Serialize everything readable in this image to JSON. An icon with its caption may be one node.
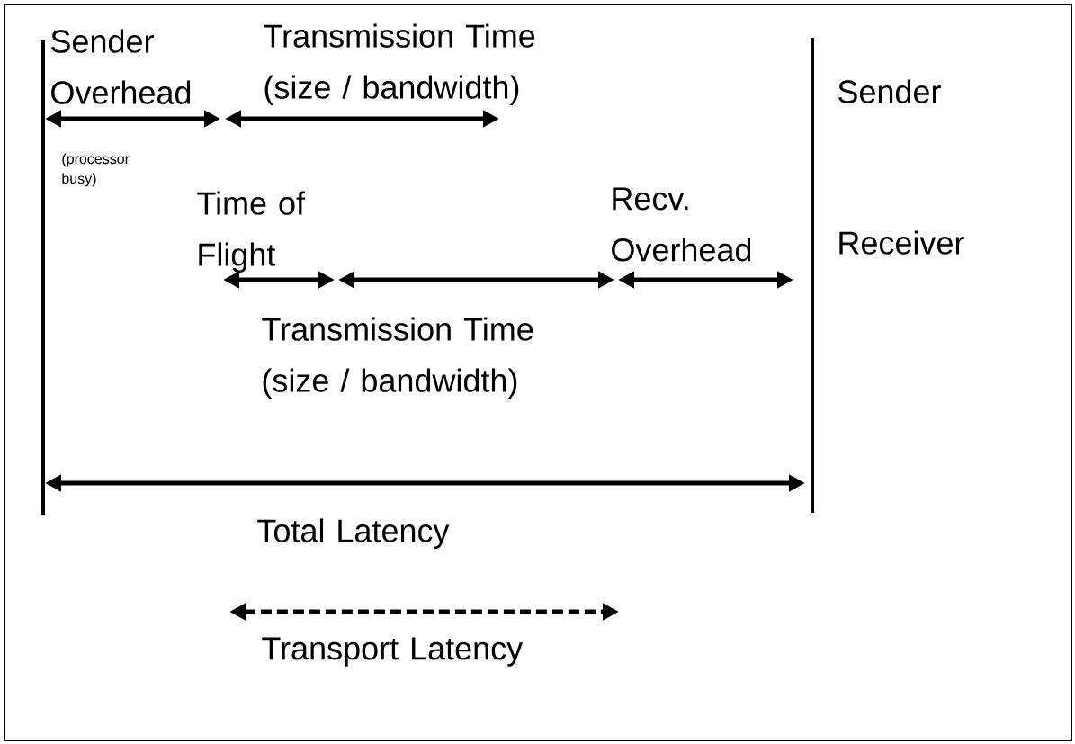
{
  "diagram": {
    "labels": [
      "Sender Overhead",
      "Transmission  Time (size / bandwidth)",
      "Sender",
      "(processor busy)",
      "Time of Flight",
      "Recv. Overhead",
      "Receiver",
      "Transmission  Time (size / bandwidth)",
      "Total Latency",
      "Transport Latency"
    ]
  }
}
